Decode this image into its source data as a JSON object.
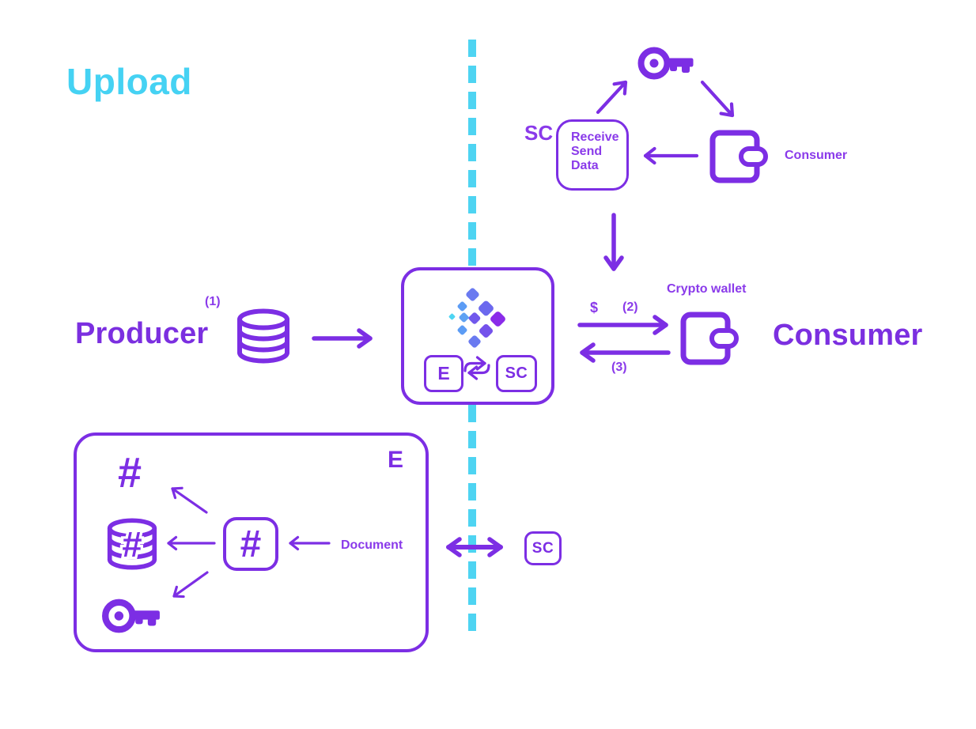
{
  "title": "Upload",
  "top_cycle": {
    "sc_label": "SC",
    "contract_text": "Receive\nSend\nData",
    "consumer_label": "Consumer"
  },
  "flow": {
    "step1": "(1)",
    "producer_label": "Producer",
    "e_badge": "E",
    "sc_badge": "SC",
    "dollar": "$",
    "step2": "(2)",
    "step3": "(3)",
    "crypto_wallet_label": "Crypto wallet",
    "consumer_label": "Consumer"
  },
  "encryption_box": {
    "e_label": "E",
    "hash_top": "#",
    "hash_db": "#",
    "hash_center": "#",
    "document_label": "Document"
  },
  "exchange": {
    "sc_label": "SC"
  },
  "colors": {
    "purple": "#7C2EE4",
    "label_purple": "#8A3AEA",
    "cyan": "#4ED4F2",
    "logo_gradient": [
      "#6A7AF0",
      "#5C9CF5",
      "#6C68EE",
      "#4ED5F3",
      "#5FA2F3",
      "#7158EC",
      "#8A2BE9",
      "#5C9CF5",
      "#7452EB",
      "#6A7AF0"
    ]
  }
}
